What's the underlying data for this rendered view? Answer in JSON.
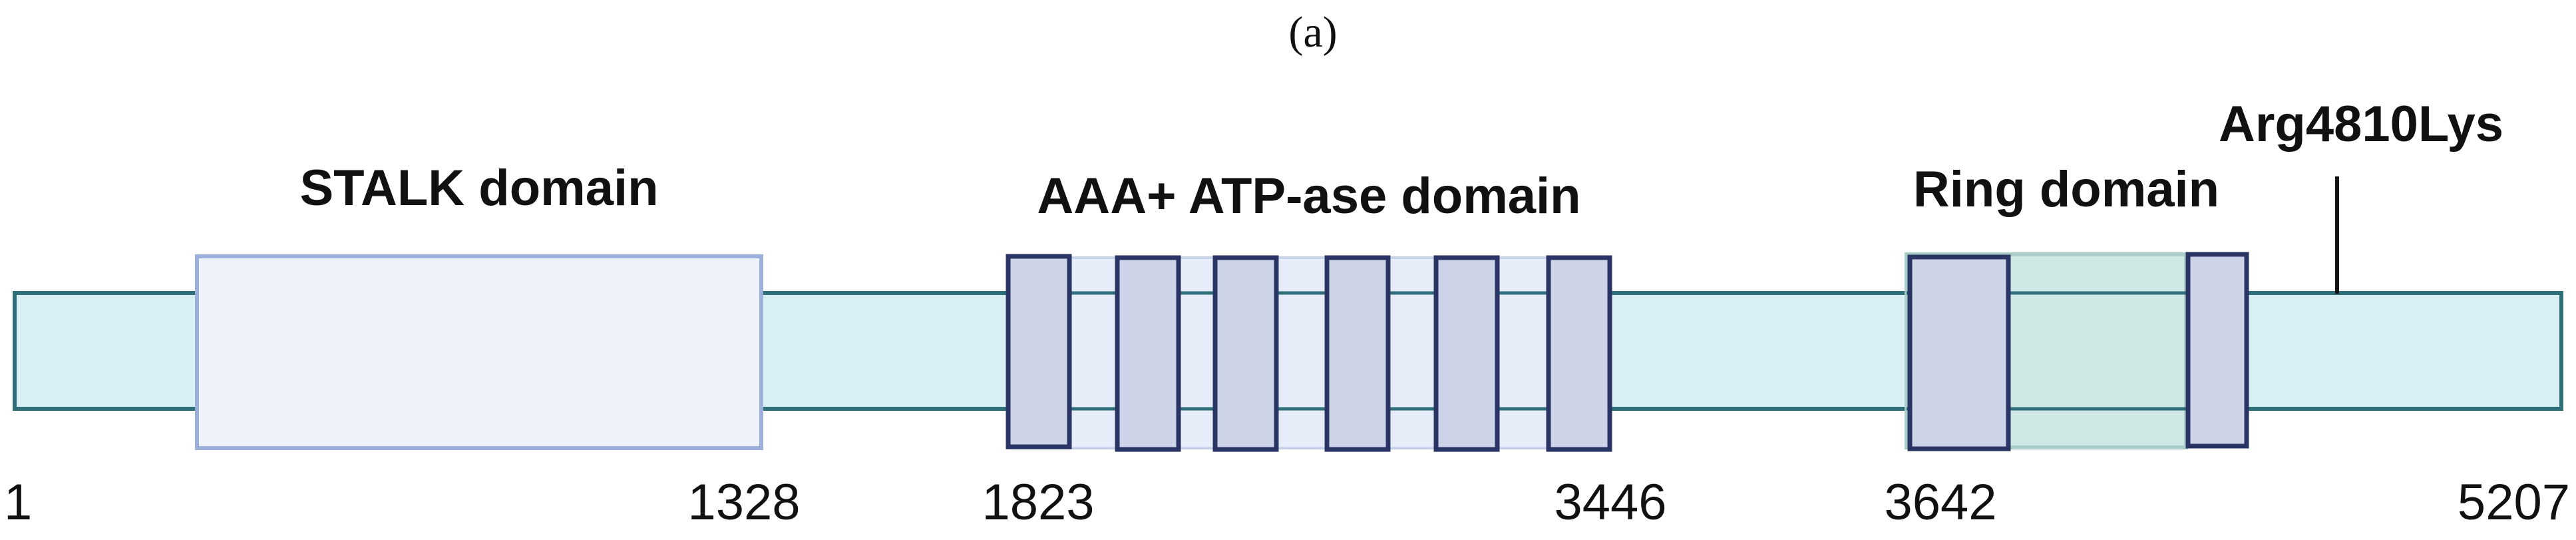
{
  "figure": {
    "panel_label": "(a)",
    "mutation_label": "Arg4810Lys",
    "domains": {
      "stalk": "STALK domain",
      "aaa": "AAA+ ATP-ase domain",
      "ring": "Ring domain"
    },
    "positions": {
      "start": "1",
      "stalk_end": "1328",
      "aaa_start": "1823",
      "aaa_end": "3446",
      "ring_start": "3642",
      "end": "5207"
    }
  },
  "colors": {
    "backbone_fill": "#d8eff3",
    "backbone_stroke": "#2e6f7a",
    "stalk_fill": "#eef3fb",
    "stalk_stroke": "#9db0db",
    "block_fill": "#cdd4e8",
    "block_stroke": "#2a3566",
    "aaa_link_fill": "#e6edf8",
    "ring_link_fill": "#cfe8e6",
    "ring_link_stroke": "#a9cdc8"
  }
}
